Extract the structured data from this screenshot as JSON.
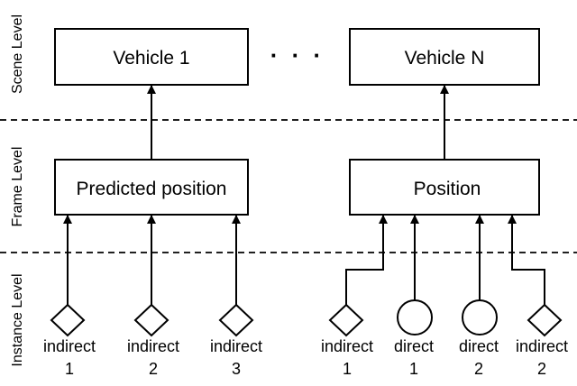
{
  "levels": {
    "scene": "Scene Level",
    "frame": "Frame Level",
    "instance": "Instance Level"
  },
  "scene_boxes": {
    "vehicle_1": "Vehicle 1",
    "vehicle_n": "Vehicle N"
  },
  "ellipsis": "· · ·",
  "frame_boxes": {
    "predicted_position": "Predicted position",
    "position": "Position"
  },
  "instances": [
    {
      "kind": "indirect",
      "number": "1",
      "shape": "diamond"
    },
    {
      "kind": "indirect",
      "number": "2",
      "shape": "diamond"
    },
    {
      "kind": "indirect",
      "number": "3",
      "shape": "diamond"
    },
    {
      "kind": "indirect",
      "number": "1",
      "shape": "diamond"
    },
    {
      "kind": "direct",
      "number": "1",
      "shape": "circle"
    },
    {
      "kind": "direct",
      "number": "2",
      "shape": "circle"
    },
    {
      "kind": "indirect",
      "number": "2",
      "shape": "diamond"
    }
  ]
}
